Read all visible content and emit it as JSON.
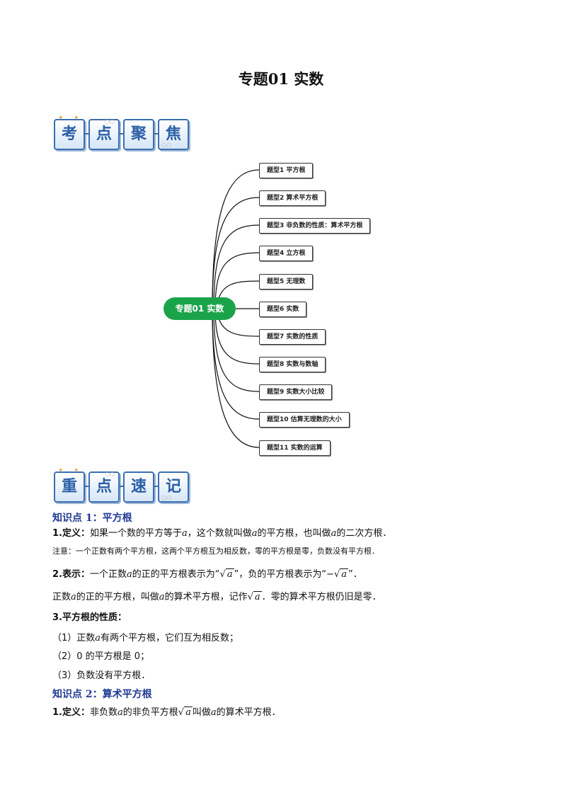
{
  "title": "专题01  实数",
  "banner1": [
    "考",
    "点",
    "聚",
    "焦"
  ],
  "banner2": [
    "重",
    "点",
    "速",
    "记"
  ],
  "mindmap": {
    "center": "专题01  实数",
    "topics": [
      "题型1  平方根",
      "题型2  算术平方根",
      "题型3  非负数的性质：算术平方根",
      "题型4  立方根",
      "题型5  无理数",
      "题型6  实数",
      "题型7  实数的性质",
      "题型8  实数与数轴",
      "题型9  实数大小比较",
      "题型10  估算无理数的大小",
      "题型11  实数的运算"
    ]
  },
  "kp1": {
    "heading": "知识点 1：平方根",
    "def_label": "1.定义：",
    "def_text_a": "如果一个数的平方等于",
    "def_text_b": "，这个数就叫做",
    "def_text_c": "的平方根，也叫做",
    "def_text_d": "的二次方根．",
    "note": "注意：一个正数有两个平方根，这两个平方根互为相反数，零的平方根是零，负数没有平方根．",
    "rep_label": "2.表示：",
    "rep_text_a": "一个正数",
    "rep_text_b": "的正的平方根表示为“",
    "rep_text_c": "”，负的平方根表示为“",
    "rep_text_d": "”．",
    "arith_a": "正数",
    "arith_b": "的正的平方根，叫做",
    "arith_c": "的算术平方根，记作",
    "arith_d": "．零的算术平方根仍旧是零．",
    "prop_label": "3.平方根的性质：",
    "prop1_a": "（1）正数",
    "prop1_b": "有两个平方根，它们互为相反数；",
    "prop2": "（2）0 的平方根是 0；",
    "prop3": "（3）负数没有平方根．"
  },
  "kp2": {
    "heading": "知识点 2：算术平方根",
    "def_label": "1.定义：",
    "def_a": "非负数",
    "def_b": "的非负平方根",
    "def_c": "叫做",
    "def_d": "的算术平方根．"
  },
  "var_a": "a",
  "neg": "−"
}
